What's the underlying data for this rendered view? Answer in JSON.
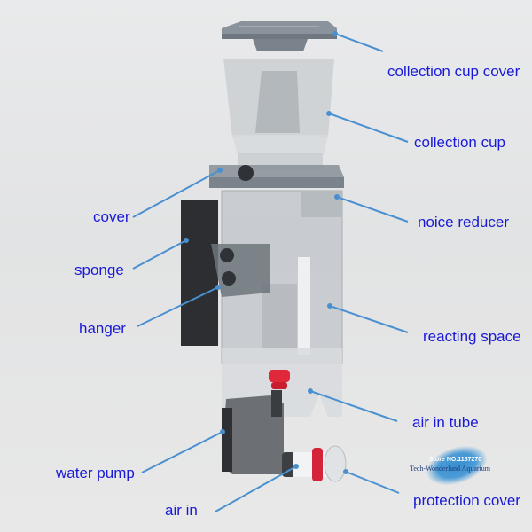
{
  "diagram": {
    "subject": "protein skimmer exploded view",
    "label_color": "#1a1ad6",
    "leader_color": "#4a90d0",
    "labels": {
      "collection_cup_cover": "collection cup cover",
      "collection_cup": "collection cup",
      "cover": "cover",
      "noice_reducer": "noice reducer",
      "sponge": "sponge",
      "hanger": "hanger",
      "reacting_space": "reacting space",
      "air_in_tube": "air in tube",
      "water_pump": "water pump",
      "air_in": "air in",
      "protection_cover": "protection cover"
    }
  },
  "watermark": {
    "store": "Store NO.1157270",
    "name": "Tech-Wonderland Aquarium"
  }
}
